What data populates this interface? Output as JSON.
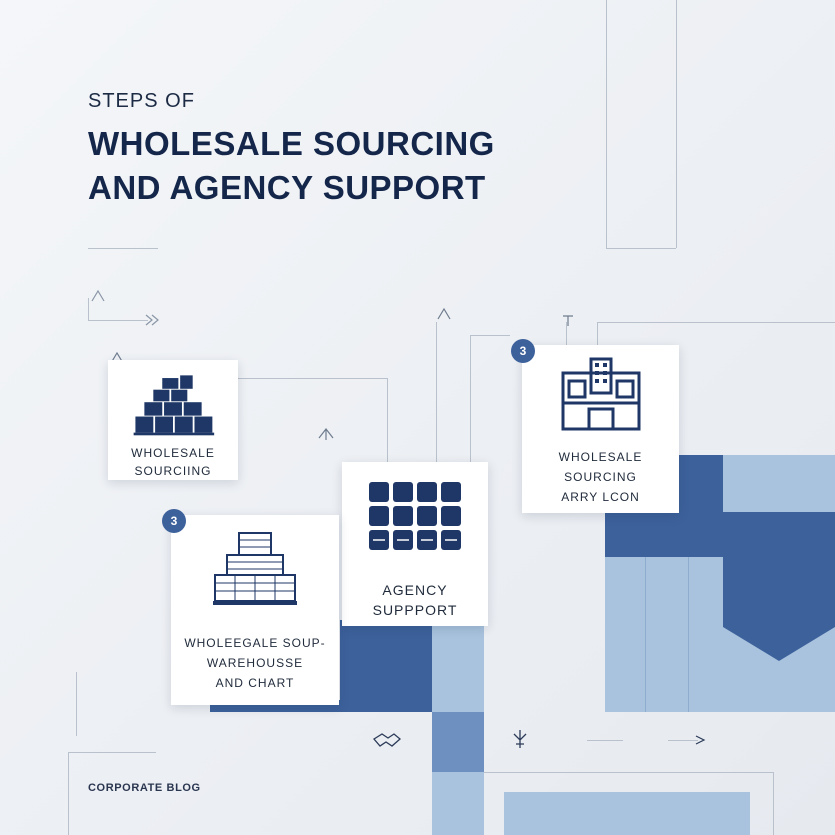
{
  "header": {
    "subtitle": "STEPS OF",
    "title_line1": "WHOLESALE SOURCING",
    "title_line2": "AND AGENCY SUPPORT"
  },
  "cards": [
    {
      "label": "WHOLESALE\nSOURCIING",
      "icon": "stacked-boxes-icon"
    },
    {
      "label": "AGENCY\nSUPPPORT",
      "icon": "grid-blocks-icon"
    },
    {
      "label": "WHOLESALE\nSOURCING\nARRY  LCON",
      "icon": "building-icon",
      "badge": "3"
    },
    {
      "label": "WHOLEEGALE SOUP-\nWAREHOUSSE\nAND CHART",
      "icon": "warehouse-icon",
      "badge": "3"
    }
  ],
  "footer": {
    "label": "CORPORATE BLOG"
  },
  "colors": {
    "navy": "#14264a",
    "blue": "#3d619b",
    "light_blue": "#a9c3de",
    "pale_blue": "#c4d6ea"
  }
}
